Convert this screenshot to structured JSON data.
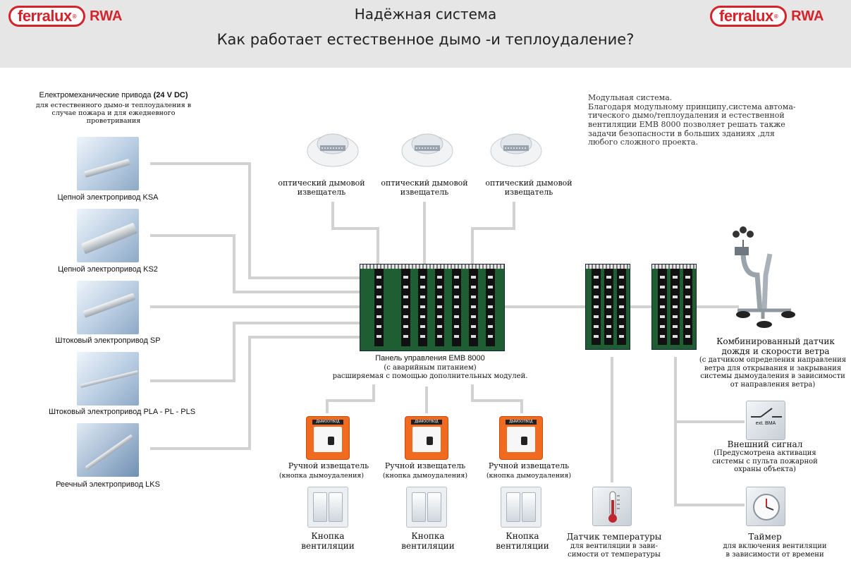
{
  "header": {
    "logo_brand": "ferralux",
    "logo_reg": "®",
    "logo_suffix": "RWA",
    "title": "Надёжная система",
    "subtitle": "Как работает естественное дымо -и теплоудаление?"
  },
  "actuators": {
    "heading_main": "Електромеханические привода ",
    "heading_bold": "(24 V DC)",
    "heading_note": "для естественного дымо-и теплоудаления в случае пожара и для ежедневного проветривания",
    "items": [
      {
        "label": "Цепной электропривод KSA"
      },
      {
        "label": "Цепной электропривод KS2"
      },
      {
        "label": "Штоковый электропривод SP"
      },
      {
        "label": "Штоковый электропривод PLA - PL - PLS"
      },
      {
        "label": "Реечный электропривод LKS"
      }
    ]
  },
  "detectors": [
    {
      "label": "оптический дымовой извещатель"
    },
    {
      "label": "оптический дымовой извещатель"
    },
    {
      "label": "оптический дымовой извещатель"
    }
  ],
  "modular_note": "Модульная система.\nБлагодаря модульному принципу,система автома-\nтического дымо/теплоудаления и естественной\nвентиляции EMB 8000 позволяет решать также\nзадачи безопасности в больших зданиях ,для\nлюбого сложного проекта.",
  "panel": {
    "title": "Панель управления EMB 8000",
    "note1": "(с аварийным питанием)",
    "note2": "расширяемая с помощью дополнительных модулей."
  },
  "callpoints": [
    {
      "tag": "ДЫМООТВОД",
      "label": "Ручной извещатель",
      "note": "(кнопка дымоудаления)"
    },
    {
      "tag": "ДЫМООТВОД",
      "label": "Ручной извещатель",
      "note": "(кнопка дымоудаления)"
    },
    {
      "tag": "ДЫМООТВОД",
      "label": "Ручной извещатель",
      "note": "(кнопка дымоудаления)"
    }
  ],
  "vent_buttons": [
    {
      "label": "Кнопка вентиляции"
    },
    {
      "label": "Кнопка вентиляции"
    },
    {
      "label": "Кнопка вентиляции"
    }
  ],
  "temperature": {
    "label": "Датчик температуры",
    "note": "для вентиляции в зави-симости от температуры"
  },
  "weather": {
    "label": "Комбинированный датчик дождя и скорости  ветра",
    "note": "(с датчиком определения направления ветра для открывания и закрывания системы дымоудаления в зависимости от направления ветра)"
  },
  "external": {
    "icon_text": "ext. BMA",
    "label": "Внешний сигнал",
    "note": "(Предусмотрена активация системы с  пульта пожарной охраны объекта)"
  },
  "timer": {
    "label": "Таймер",
    "note": "для включения вентиляции в зависимости от времени"
  }
}
